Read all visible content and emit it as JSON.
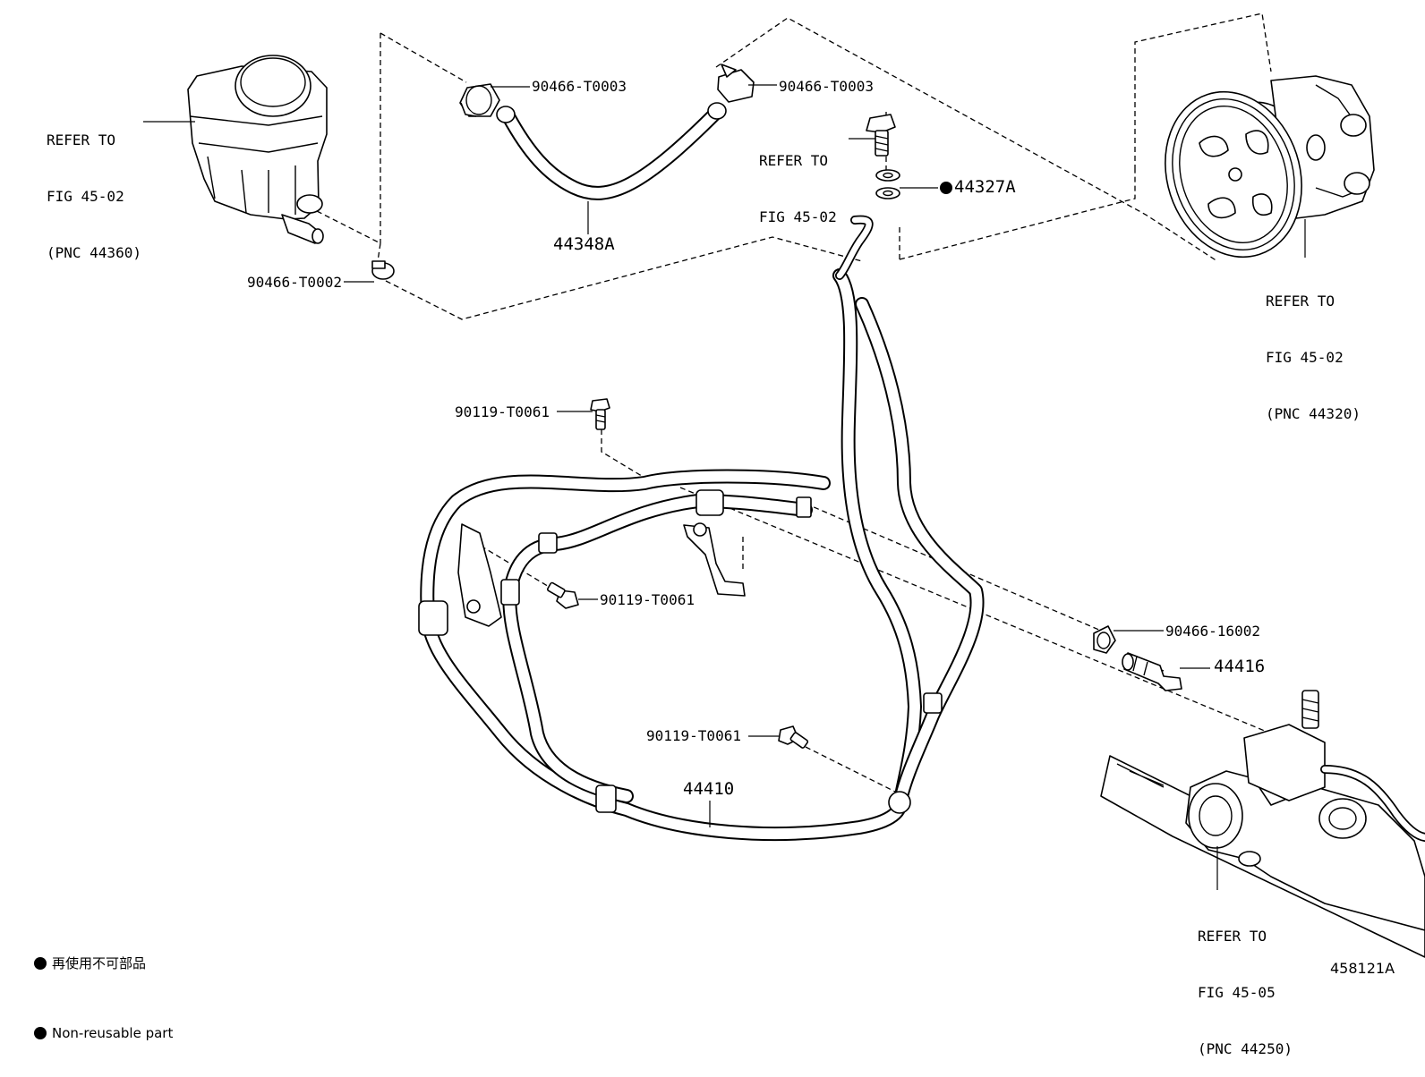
{
  "labels": {
    "reservoir_ref": [
      "REFER TO",
      "FIG 45-02",
      "(PNC 44360)"
    ],
    "pump_ref": [
      "REFER TO",
      "FIG 45-02",
      "(PNC 44320)"
    ],
    "bolt_ref": [
      "REFER TO",
      "FIG 45-02"
    ],
    "gear_ref": [
      "REFER TO",
      "FIG 45-05",
      "(PNC 44250)"
    ],
    "clamp_top_left": "90466-T0003",
    "clamp_top_right": "90466-T0003",
    "clamp_reservoir": "90466-T0002",
    "return_hose": "44348A",
    "gasket": "44327A",
    "bolt_upper": "90119-T0061",
    "bolt_middle": "90119-T0061",
    "bolt_lower": "90119-T0061",
    "clamp_gear": "90466-16002",
    "union": "44416",
    "pressure_hose_assy": "44410"
  },
  "legend": {
    "line_jp": "再使用不可部品",
    "line_en": "Non-reusable part"
  },
  "figure_id": "458121A"
}
